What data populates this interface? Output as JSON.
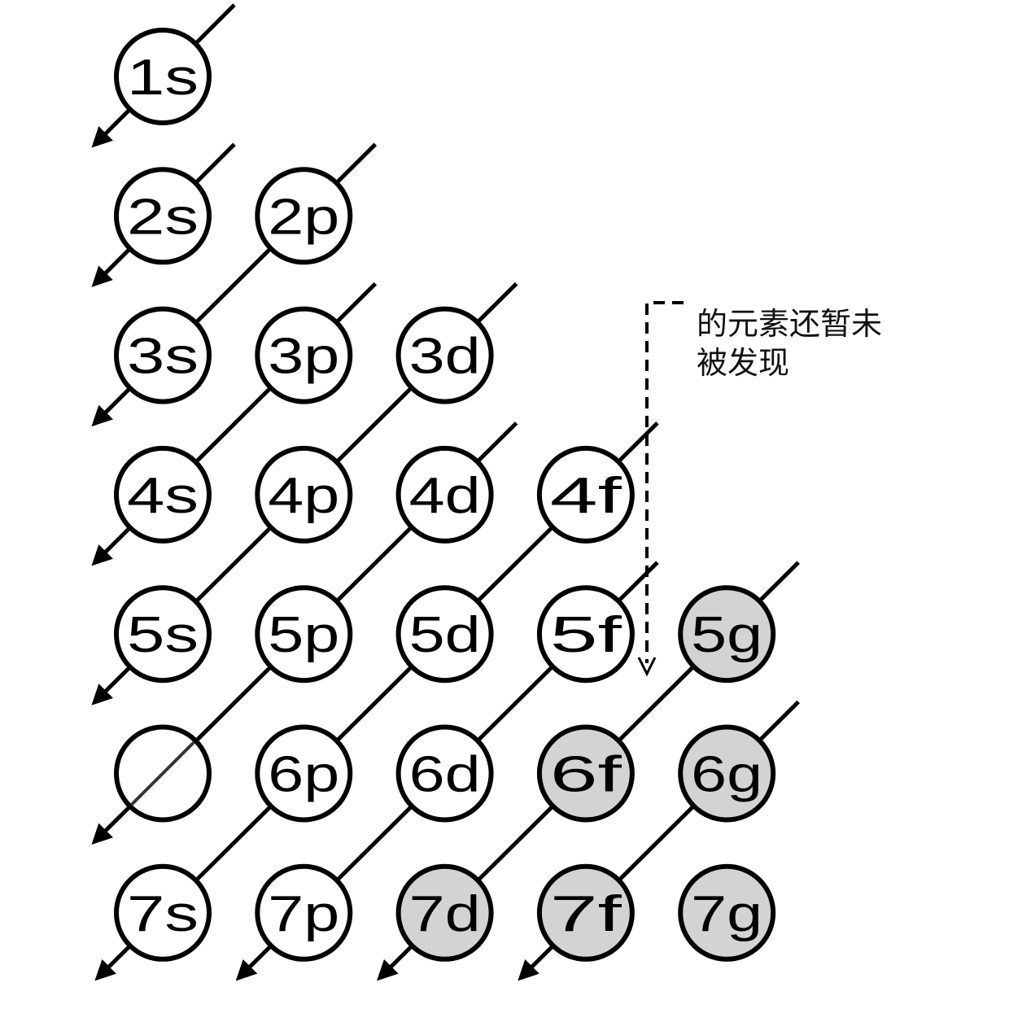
{
  "orbitals": [
    {
      "label": "1s",
      "n": 1,
      "l": 0,
      "shaded": false
    },
    {
      "label": "2s",
      "n": 2,
      "l": 0,
      "shaded": false
    },
    {
      "label": "2p",
      "n": 2,
      "l": 1,
      "shaded": false
    },
    {
      "label": "3s",
      "n": 3,
      "l": 0,
      "shaded": false
    },
    {
      "label": "3p",
      "n": 3,
      "l": 1,
      "shaded": false
    },
    {
      "label": "3d",
      "n": 3,
      "l": 2,
      "shaded": false
    },
    {
      "label": "4s",
      "n": 4,
      "l": 0,
      "shaded": false
    },
    {
      "label": "4p",
      "n": 4,
      "l": 1,
      "shaded": false
    },
    {
      "label": "4d",
      "n": 4,
      "l": 2,
      "shaded": false
    },
    {
      "label": "4f",
      "n": 4,
      "l": 3,
      "shaded": false
    },
    {
      "label": "5s",
      "n": 5,
      "l": 0,
      "shaded": false
    },
    {
      "label": "5p",
      "n": 5,
      "l": 1,
      "shaded": false
    },
    {
      "label": "5d",
      "n": 5,
      "l": 2,
      "shaded": false
    },
    {
      "label": "5f",
      "n": 5,
      "l": 3,
      "shaded": false
    },
    {
      "label": "5g",
      "n": 5,
      "l": 4,
      "shaded": true
    },
    {
      "label": "",
      "n": 6,
      "l": 0,
      "shaded": false
    },
    {
      "label": "6p",
      "n": 6,
      "l": 1,
      "shaded": false
    },
    {
      "label": "6d",
      "n": 6,
      "l": 2,
      "shaded": false
    },
    {
      "label": "6f",
      "n": 6,
      "l": 3,
      "shaded": true
    },
    {
      "label": "6g",
      "n": 6,
      "l": 4,
      "shaded": true
    },
    {
      "label": "7s",
      "n": 7,
      "l": 0,
      "shaded": false
    },
    {
      "label": "7p",
      "n": 7,
      "l": 1,
      "shaded": false
    },
    {
      "label": "7d",
      "n": 7,
      "l": 2,
      "shaded": true
    },
    {
      "label": "7f",
      "n": 7,
      "l": 3,
      "shaded": true
    },
    {
      "label": "7g",
      "n": 7,
      "l": 4,
      "shaded": true
    }
  ],
  "annotation": {
    "line1": "的元素还暂未",
    "line2": "被发现"
  },
  "colors": {
    "shaded": "#d3d3d3",
    "stroke": "#000000"
  }
}
